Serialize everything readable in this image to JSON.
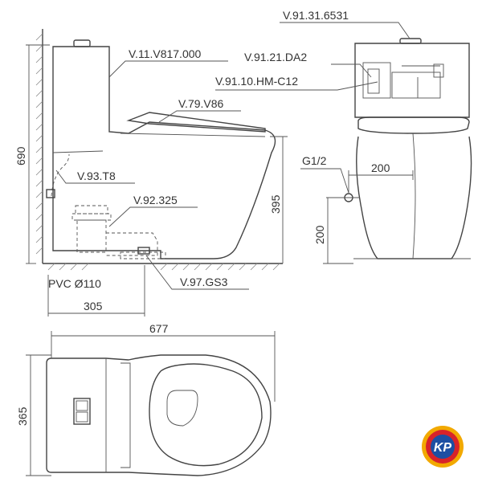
{
  "part_codes": {
    "tank_cover": "V.11.V817.000",
    "seat_cover": "V.79.V86",
    "angle_valve": "V.93.T8",
    "outlet_connector": "V.92.325",
    "floor_gasket": "V.97.GS3",
    "flush_button": "V.91.31.6531",
    "flush_valve": "V.91.21.DA2",
    "fill_valve": "V.91.10.HM-C12"
  },
  "dimensions": {
    "total_height": "690",
    "seat_height": "395",
    "pipe": "PVC Ø110",
    "rough_in": "305",
    "total_length": "677",
    "width": "365",
    "supply_thread": "G1/2",
    "supply_offset": "200",
    "supply_height": "200"
  },
  "brand": {
    "logo_text": "KP",
    "colors": {
      "ring": "#f2a900",
      "inner": "#d8232a",
      "core": "#1d4fa3"
    }
  }
}
